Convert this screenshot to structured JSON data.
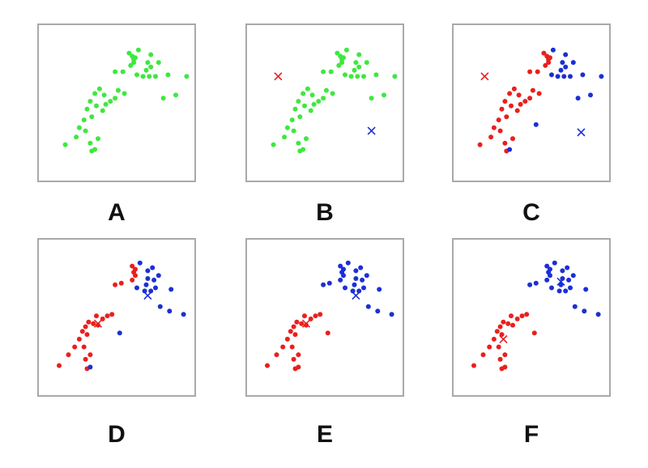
{
  "colors": {
    "unassigned": "#3ee83e",
    "cluster_red": "#e8201e",
    "cluster_blue": "#1c2fd6"
  },
  "panels": [
    {
      "label": "A",
      "points": [
        [
          0.17,
          0.77,
          "g"
        ],
        [
          0.24,
          0.72,
          "g"
        ],
        [
          0.26,
          0.66,
          "g"
        ],
        [
          0.29,
          0.61,
          "g"
        ],
        [
          0.31,
          0.54,
          "g"
        ],
        [
          0.33,
          0.49,
          "g"
        ],
        [
          0.36,
          0.44,
          "g"
        ],
        [
          0.39,
          0.41,
          "g"
        ],
        [
          0.37,
          0.52,
          "g"
        ],
        [
          0.41,
          0.55,
          "g"
        ],
        [
          0.43,
          0.51,
          "g"
        ],
        [
          0.46,
          0.49,
          "g"
        ],
        [
          0.49,
          0.47,
          "g"
        ],
        [
          0.42,
          0.45,
          "g"
        ],
        [
          0.51,
          0.42,
          "g"
        ],
        [
          0.55,
          0.44,
          "g"
        ],
        [
          0.34,
          0.59,
          "g"
        ],
        [
          0.3,
          0.68,
          "g"
        ],
        [
          0.38,
          0.73,
          "g"
        ],
        [
          0.33,
          0.76,
          "g"
        ],
        [
          0.34,
          0.81,
          "g"
        ],
        [
          0.36,
          0.8,
          "g"
        ],
        [
          0.54,
          0.3,
          "g"
        ],
        [
          0.49,
          0.3,
          "g"
        ],
        [
          0.59,
          0.26,
          "g"
        ],
        [
          0.61,
          0.24,
          "g"
        ],
        [
          0.61,
          0.22,
          "g"
        ],
        [
          0.62,
          0.21,
          "g"
        ],
        [
          0.6,
          0.2,
          "g"
        ],
        [
          0.64,
          0.16,
          "g"
        ],
        [
          0.58,
          0.18,
          "g"
        ],
        [
          0.72,
          0.19,
          "g"
        ],
        [
          0.77,
          0.24,
          "g"
        ],
        [
          0.69,
          0.29,
          "g"
        ],
        [
          0.63,
          0.32,
          "g"
        ],
        [
          0.67,
          0.33,
          "g"
        ],
        [
          0.71,
          0.33,
          "g"
        ],
        [
          0.75,
          0.33,
          "g"
        ],
        [
          0.72,
          0.27,
          "g"
        ],
        [
          0.7,
          0.24,
          "g"
        ],
        [
          0.83,
          0.32,
          "g"
        ],
        [
          0.8,
          0.47,
          "g"
        ],
        [
          0.88,
          0.45,
          "g"
        ],
        [
          0.95,
          0.33,
          "g"
        ]
      ],
      "centroids": []
    },
    {
      "label": "B",
      "points": [
        [
          0.17,
          0.77,
          "g"
        ],
        [
          0.24,
          0.72,
          "g"
        ],
        [
          0.26,
          0.66,
          "g"
        ],
        [
          0.29,
          0.61,
          "g"
        ],
        [
          0.31,
          0.54,
          "g"
        ],
        [
          0.33,
          0.49,
          "g"
        ],
        [
          0.36,
          0.44,
          "g"
        ],
        [
          0.39,
          0.41,
          "g"
        ],
        [
          0.37,
          0.52,
          "g"
        ],
        [
          0.41,
          0.55,
          "g"
        ],
        [
          0.43,
          0.51,
          "g"
        ],
        [
          0.46,
          0.49,
          "g"
        ],
        [
          0.49,
          0.47,
          "g"
        ],
        [
          0.42,
          0.45,
          "g"
        ],
        [
          0.51,
          0.42,
          "g"
        ],
        [
          0.55,
          0.44,
          "g"
        ],
        [
          0.34,
          0.59,
          "g"
        ],
        [
          0.3,
          0.68,
          "g"
        ],
        [
          0.38,
          0.73,
          "g"
        ],
        [
          0.33,
          0.76,
          "g"
        ],
        [
          0.34,
          0.81,
          "g"
        ],
        [
          0.36,
          0.8,
          "g"
        ],
        [
          0.54,
          0.3,
          "g"
        ],
        [
          0.49,
          0.3,
          "g"
        ],
        [
          0.59,
          0.26,
          "g"
        ],
        [
          0.61,
          0.24,
          "g"
        ],
        [
          0.61,
          0.22,
          "g"
        ],
        [
          0.62,
          0.21,
          "g"
        ],
        [
          0.6,
          0.2,
          "g"
        ],
        [
          0.64,
          0.16,
          "g"
        ],
        [
          0.58,
          0.18,
          "g"
        ],
        [
          0.72,
          0.19,
          "g"
        ],
        [
          0.77,
          0.24,
          "g"
        ],
        [
          0.69,
          0.29,
          "g"
        ],
        [
          0.63,
          0.32,
          "g"
        ],
        [
          0.67,
          0.33,
          "g"
        ],
        [
          0.71,
          0.33,
          "g"
        ],
        [
          0.75,
          0.33,
          "g"
        ],
        [
          0.72,
          0.27,
          "g"
        ],
        [
          0.7,
          0.24,
          "g"
        ],
        [
          0.83,
          0.32,
          "g"
        ],
        [
          0.8,
          0.47,
          "g"
        ],
        [
          0.88,
          0.45,
          "g"
        ],
        [
          0.95,
          0.33,
          "g"
        ]
      ],
      "centroids": [
        [
          0.2,
          0.33,
          "r"
        ],
        [
          0.8,
          0.68,
          "b"
        ]
      ]
    },
    {
      "label": "C",
      "points": [
        [
          0.17,
          0.77,
          "r"
        ],
        [
          0.24,
          0.72,
          "r"
        ],
        [
          0.26,
          0.66,
          "r"
        ],
        [
          0.29,
          0.61,
          "r"
        ],
        [
          0.31,
          0.54,
          "r"
        ],
        [
          0.33,
          0.49,
          "r"
        ],
        [
          0.36,
          0.44,
          "r"
        ],
        [
          0.39,
          0.41,
          "r"
        ],
        [
          0.37,
          0.52,
          "r"
        ],
        [
          0.41,
          0.55,
          "r"
        ],
        [
          0.43,
          0.51,
          "r"
        ],
        [
          0.46,
          0.49,
          "r"
        ],
        [
          0.49,
          0.47,
          "r"
        ],
        [
          0.42,
          0.45,
          "r"
        ],
        [
          0.51,
          0.42,
          "r"
        ],
        [
          0.55,
          0.44,
          "r"
        ],
        [
          0.34,
          0.59,
          "r"
        ],
        [
          0.3,
          0.68,
          "r"
        ],
        [
          0.38,
          0.73,
          "r"
        ],
        [
          0.33,
          0.76,
          "r"
        ],
        [
          0.34,
          0.81,
          "r"
        ],
        [
          0.36,
          0.8,
          "b"
        ],
        [
          0.54,
          0.3,
          "r"
        ],
        [
          0.49,
          0.3,
          "r"
        ],
        [
          0.59,
          0.26,
          "r"
        ],
        [
          0.61,
          0.24,
          "r"
        ],
        [
          0.61,
          0.22,
          "r"
        ],
        [
          0.62,
          0.21,
          "r"
        ],
        [
          0.6,
          0.2,
          "r"
        ],
        [
          0.64,
          0.16,
          "b"
        ],
        [
          0.58,
          0.18,
          "r"
        ],
        [
          0.72,
          0.19,
          "b"
        ],
        [
          0.77,
          0.24,
          "b"
        ],
        [
          0.69,
          0.29,
          "b"
        ],
        [
          0.63,
          0.32,
          "b"
        ],
        [
          0.67,
          0.33,
          "b"
        ],
        [
          0.71,
          0.33,
          "b"
        ],
        [
          0.75,
          0.33,
          "b"
        ],
        [
          0.72,
          0.27,
          "b"
        ],
        [
          0.7,
          0.24,
          "b"
        ],
        [
          0.83,
          0.32,
          "b"
        ],
        [
          0.8,
          0.47,
          "b"
        ],
        [
          0.88,
          0.45,
          "b"
        ],
        [
          0.95,
          0.33,
          "b"
        ],
        [
          0.53,
          0.64,
          "b"
        ]
      ],
      "centroids": [
        [
          0.2,
          0.33,
          "r"
        ],
        [
          0.82,
          0.69,
          "b"
        ]
      ]
    },
    {
      "label": "D",
      "points": [
        [
          0.13,
          0.81,
          "r"
        ],
        [
          0.19,
          0.74,
          "r"
        ],
        [
          0.23,
          0.69,
          "r"
        ],
        [
          0.26,
          0.64,
          "r"
        ],
        [
          0.28,
          0.59,
          "r"
        ],
        [
          0.3,
          0.56,
          "r"
        ],
        [
          0.32,
          0.53,
          "r"
        ],
        [
          0.35,
          0.54,
          "r"
        ],
        [
          0.38,
          0.55,
          "r"
        ],
        [
          0.41,
          0.51,
          "r"
        ],
        [
          0.44,
          0.49,
          "r"
        ],
        [
          0.47,
          0.48,
          "r"
        ],
        [
          0.37,
          0.49,
          "r"
        ],
        [
          0.31,
          0.61,
          "r"
        ],
        [
          0.29,
          0.69,
          "r"
        ],
        [
          0.33,
          0.74,
          "r"
        ],
        [
          0.3,
          0.77,
          "r"
        ],
        [
          0.31,
          0.83,
          "r"
        ],
        [
          0.33,
          0.82,
          "b"
        ],
        [
          0.52,
          0.6,
          "b"
        ],
        [
          0.49,
          0.29,
          "r"
        ],
        [
          0.53,
          0.28,
          "r"
        ],
        [
          0.6,
          0.26,
          "r"
        ],
        [
          0.62,
          0.23,
          "r"
        ],
        [
          0.61,
          0.21,
          "r"
        ],
        [
          0.62,
          0.19,
          "r"
        ],
        [
          0.6,
          0.17,
          "r"
        ],
        [
          0.65,
          0.15,
          "b"
        ],
        [
          0.7,
          0.2,
          "b"
        ],
        [
          0.73,
          0.18,
          "b"
        ],
        [
          0.77,
          0.23,
          "b"
        ],
        [
          0.69,
          0.29,
          "b"
        ],
        [
          0.63,
          0.31,
          "b"
        ],
        [
          0.68,
          0.33,
          "b"
        ],
        [
          0.72,
          0.33,
          "b"
        ],
        [
          0.75,
          0.31,
          "b"
        ],
        [
          0.74,
          0.26,
          "b"
        ],
        [
          0.7,
          0.25,
          "b"
        ],
        [
          0.85,
          0.32,
          "b"
        ],
        [
          0.78,
          0.43,
          "b"
        ],
        [
          0.84,
          0.46,
          "b"
        ],
        [
          0.93,
          0.48,
          "b"
        ]
      ],
      "centroids": [
        [
          0.38,
          0.54,
          "r"
        ],
        [
          0.7,
          0.36,
          "b"
        ]
      ]
    },
    {
      "label": "E",
      "points": [
        [
          0.13,
          0.81,
          "r"
        ],
        [
          0.19,
          0.74,
          "r"
        ],
        [
          0.23,
          0.69,
          "r"
        ],
        [
          0.26,
          0.64,
          "r"
        ],
        [
          0.28,
          0.59,
          "r"
        ],
        [
          0.3,
          0.56,
          "r"
        ],
        [
          0.32,
          0.53,
          "r"
        ],
        [
          0.35,
          0.54,
          "r"
        ],
        [
          0.38,
          0.55,
          "r"
        ],
        [
          0.41,
          0.51,
          "r"
        ],
        [
          0.44,
          0.49,
          "r"
        ],
        [
          0.47,
          0.48,
          "r"
        ],
        [
          0.37,
          0.49,
          "r"
        ],
        [
          0.31,
          0.61,
          "r"
        ],
        [
          0.29,
          0.69,
          "r"
        ],
        [
          0.33,
          0.74,
          "r"
        ],
        [
          0.3,
          0.77,
          "r"
        ],
        [
          0.31,
          0.83,
          "r"
        ],
        [
          0.33,
          0.82,
          "r"
        ],
        [
          0.52,
          0.6,
          "r"
        ],
        [
          0.49,
          0.29,
          "b"
        ],
        [
          0.53,
          0.28,
          "b"
        ],
        [
          0.6,
          0.26,
          "b"
        ],
        [
          0.62,
          0.23,
          "b"
        ],
        [
          0.61,
          0.21,
          "b"
        ],
        [
          0.62,
          0.19,
          "b"
        ],
        [
          0.6,
          0.17,
          "b"
        ],
        [
          0.65,
          0.15,
          "b"
        ],
        [
          0.7,
          0.2,
          "b"
        ],
        [
          0.73,
          0.18,
          "b"
        ],
        [
          0.77,
          0.23,
          "b"
        ],
        [
          0.69,
          0.29,
          "b"
        ],
        [
          0.63,
          0.31,
          "b"
        ],
        [
          0.68,
          0.33,
          "b"
        ],
        [
          0.72,
          0.33,
          "b"
        ],
        [
          0.75,
          0.31,
          "b"
        ],
        [
          0.74,
          0.26,
          "b"
        ],
        [
          0.7,
          0.25,
          "b"
        ],
        [
          0.85,
          0.32,
          "b"
        ],
        [
          0.78,
          0.43,
          "b"
        ],
        [
          0.84,
          0.46,
          "b"
        ],
        [
          0.93,
          0.48,
          "b"
        ]
      ],
      "centroids": [
        [
          0.38,
          0.54,
          "r"
        ],
        [
          0.7,
          0.36,
          "b"
        ]
      ]
    },
    {
      "label": "F",
      "points": [
        [
          0.13,
          0.81,
          "r"
        ],
        [
          0.19,
          0.74,
          "r"
        ],
        [
          0.23,
          0.69,
          "r"
        ],
        [
          0.26,
          0.64,
          "r"
        ],
        [
          0.28,
          0.59,
          "r"
        ],
        [
          0.3,
          0.56,
          "r"
        ],
        [
          0.32,
          0.53,
          "r"
        ],
        [
          0.35,
          0.54,
          "r"
        ],
        [
          0.38,
          0.55,
          "r"
        ],
        [
          0.41,
          0.51,
          "r"
        ],
        [
          0.44,
          0.49,
          "r"
        ],
        [
          0.47,
          0.48,
          "r"
        ],
        [
          0.37,
          0.49,
          "r"
        ],
        [
          0.31,
          0.61,
          "r"
        ],
        [
          0.29,
          0.69,
          "r"
        ],
        [
          0.33,
          0.74,
          "r"
        ],
        [
          0.3,
          0.77,
          "r"
        ],
        [
          0.31,
          0.83,
          "r"
        ],
        [
          0.33,
          0.82,
          "r"
        ],
        [
          0.52,
          0.6,
          "r"
        ],
        [
          0.49,
          0.29,
          "b"
        ],
        [
          0.53,
          0.28,
          "b"
        ],
        [
          0.6,
          0.26,
          "b"
        ],
        [
          0.62,
          0.23,
          "b"
        ],
        [
          0.61,
          0.21,
          "b"
        ],
        [
          0.62,
          0.19,
          "b"
        ],
        [
          0.6,
          0.17,
          "b"
        ],
        [
          0.65,
          0.15,
          "b"
        ],
        [
          0.7,
          0.2,
          "b"
        ],
        [
          0.73,
          0.18,
          "b"
        ],
        [
          0.77,
          0.23,
          "b"
        ],
        [
          0.69,
          0.29,
          "b"
        ],
        [
          0.63,
          0.31,
          "b"
        ],
        [
          0.68,
          0.33,
          "b"
        ],
        [
          0.72,
          0.33,
          "b"
        ],
        [
          0.75,
          0.31,
          "b"
        ],
        [
          0.74,
          0.26,
          "b"
        ],
        [
          0.7,
          0.25,
          "b"
        ],
        [
          0.85,
          0.32,
          "b"
        ],
        [
          0.78,
          0.43,
          "b"
        ],
        [
          0.84,
          0.46,
          "b"
        ],
        [
          0.93,
          0.48,
          "b"
        ]
      ],
      "centroids": [
        [
          0.32,
          0.64,
          "r"
        ],
        [
          0.69,
          0.27,
          "b"
        ]
      ]
    }
  ]
}
